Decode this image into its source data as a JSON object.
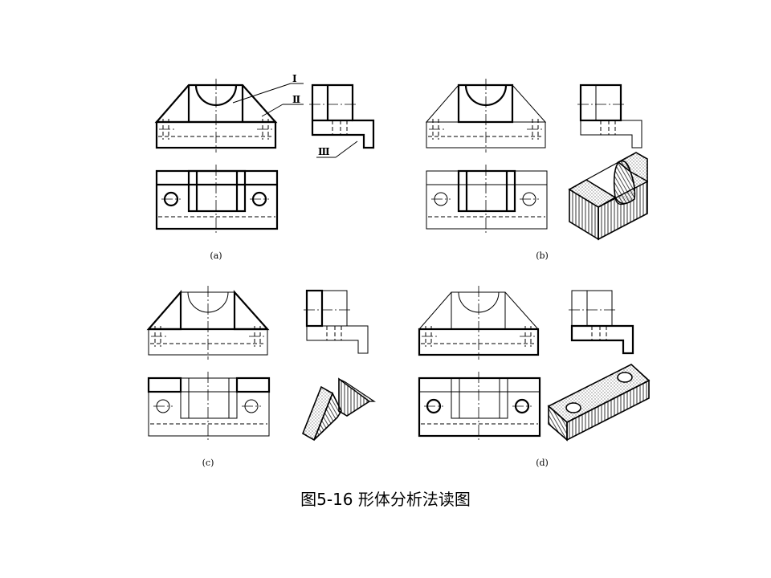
{
  "caption": "图5-16  形体分析法读图",
  "panels": {
    "a": {
      "label": "(a)"
    },
    "b": {
      "label": "(b)"
    },
    "c": {
      "label": "(c)"
    },
    "d": {
      "label": "(d)"
    }
  },
  "part_labels": {
    "I": "Ⅰ",
    "II": "Ⅱ",
    "III": "Ⅲ"
  }
}
